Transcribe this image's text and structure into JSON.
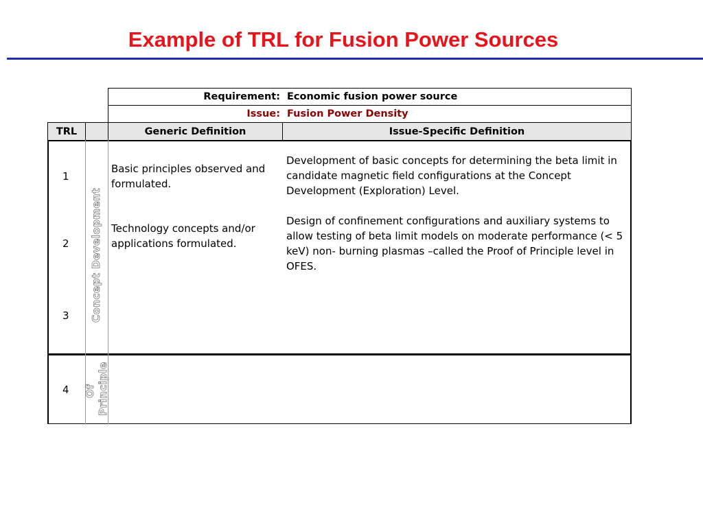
{
  "slide": {
    "title": "Example of TRL for Fusion Power Sources"
  },
  "header": {
    "requirement_label": "Requirement:",
    "requirement_value": "Economic fusion power source",
    "issue_label": "Issue:",
    "issue_value": "Fusion Power Density",
    "col_trl": "TRL",
    "col_generic": "Generic Definition",
    "col_specific": "Issue-Specific Definition",
    "issue_color": "#8b0000"
  },
  "phases": [
    {
      "label": "Concept Development"
    },
    {
      "lines": [
        "Of",
        "Principle"
      ]
    }
  ],
  "rows": [
    {
      "trl": "1",
      "generic": "Basic principles observed and formulated.",
      "specific": "Development of basic concepts for determining the beta limit in candidate magnetic field configurations at the Concept Development (Exploration) Level."
    },
    {
      "trl": "2",
      "generic": "Technology concepts and/or applications formulated.",
      "specific": "Design of confinement configurations and auxiliary systems to allow testing of beta limit models on moderate performance (< 5 keV) non- burning plasmas –called the Proof of Principle level in OFES."
    },
    {
      "trl": "3",
      "generic": "",
      "specific": ""
    },
    {
      "trl": "4",
      "generic": "",
      "specific": ""
    }
  ]
}
